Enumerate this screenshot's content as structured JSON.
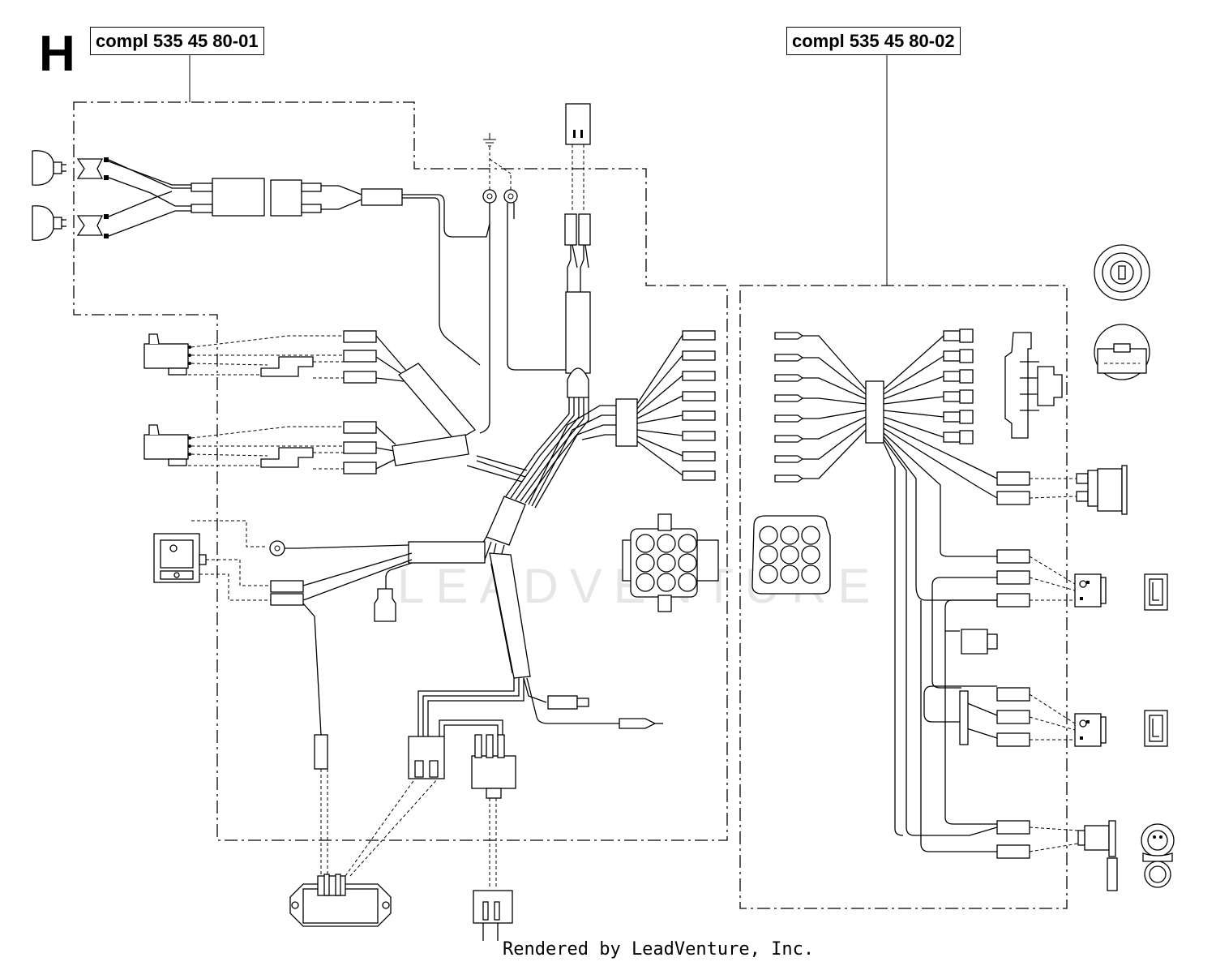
{
  "diagram": {
    "section_letter": "H",
    "assembly_left": "compl 535 45 80-01",
    "assembly_right": "compl 535 45 80-02",
    "footer": "Rendered by LeadVenture, Inc.",
    "watermark": "LEADVENTURE"
  }
}
